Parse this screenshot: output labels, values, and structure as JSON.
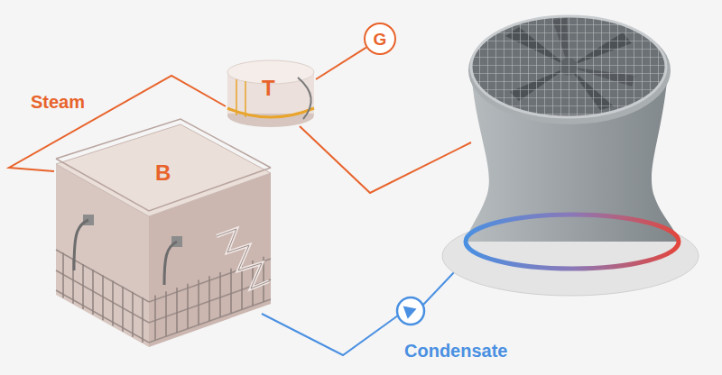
{
  "diagram": {
    "nodes": [
      {
        "text": [
          "B"
        ]
      },
      {
        "text": [
          "T"
        ]
      },
      {
        "text": [
          "G"
        ]
      }
    ],
    "edges": [
      {
        "from": 0,
        "to": 1,
        "arrow": "none"
      },
      {
        "from": 1,
        "to": 2,
        "arrow": "none"
      }
    ],
    "labels": [
      "Steam",
      "Condensate"
    ]
  }
}
